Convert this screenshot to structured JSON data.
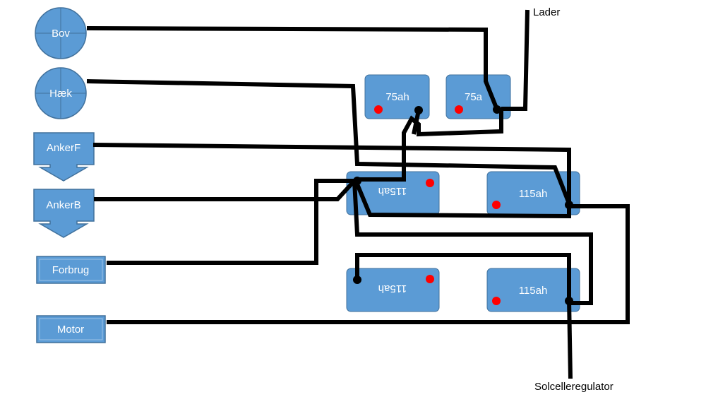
{
  "colors": {
    "shape_fill": "#5b9bd5",
    "shape_stroke": "#41719c",
    "wire": "#000000",
    "terminal_positive": "#ff0000",
    "terminal_wire": "#000000"
  },
  "components": {
    "bov": "Bov",
    "haek": "Hæk",
    "ankerf": "AnkerF",
    "ankerb": "AnkerB",
    "forbrug": "Forbrug",
    "motor": "Motor"
  },
  "batteries": {
    "b75_left": "75ah",
    "b75_right": "75a",
    "b115_top_left": "115ah",
    "b115_top_right": "115ah",
    "b115_bottom_left": "115ah",
    "b115_bottom_right": "115ah"
  },
  "external": {
    "lader": "Lader",
    "solcelleregulator": "Solcelleregulator"
  }
}
